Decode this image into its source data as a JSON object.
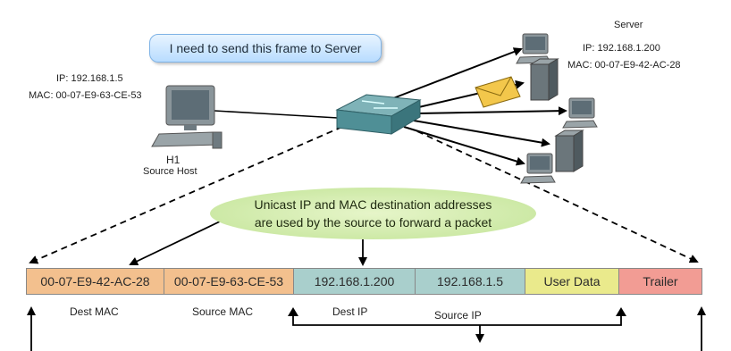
{
  "speech_bubble": {
    "text": "I need to send this frame to Server"
  },
  "source_host": {
    "ip": "IP: 192.168.1.5",
    "mac": "MAC: 00-07-E9-63-CE-53",
    "name": "H1",
    "role": "Source Host"
  },
  "server": {
    "title": "Server",
    "ip": "IP: 192.168.1.200",
    "mac": "MAC: 00-07-E9-42-AC-28"
  },
  "callout": {
    "line1": "Unicast IP and MAC destination addresses",
    "line2": "are used by the source to forward a packet"
  },
  "frame_fields": [
    {
      "text": "00-07-E9-42-AC-28",
      "color": "#f3c08e"
    },
    {
      "text": "00-07-E9-63-CE-53",
      "color": "#f3c08e"
    },
    {
      "text": "192.168.1.200",
      "color": "#a9cfcc"
    },
    {
      "text": "192.168.1.5",
      "color": "#a9cfcc"
    },
    {
      "text": "User Data",
      "color": "#eaea8c"
    },
    {
      "text": "Trailer",
      "color": "#f29c94"
    }
  ],
  "field_labels": {
    "dest_mac": "Dest MAC",
    "source_mac": "Source MAC",
    "dest_ip": "Dest IP",
    "source_ip": "Source IP"
  },
  "colors": {
    "switch": "#4f8f96",
    "computer": "#707b80",
    "envelope": "#f3c74b",
    "bubble": "#cfe6ff",
    "callout": "#cde9a6"
  }
}
